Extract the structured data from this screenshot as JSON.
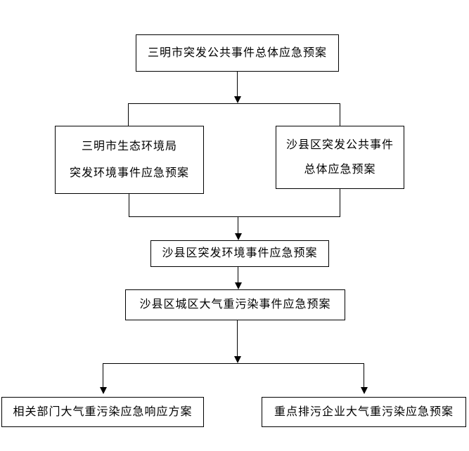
{
  "colors": {
    "background": "#ffffff",
    "line": "#000000",
    "box_border": "#000000",
    "text": "#000000"
  },
  "nodes": {
    "level1": {
      "label": "三明市突发公共事件总体应急预案"
    },
    "level2_left": {
      "line1": "三明市生态环境局",
      "line2": "突发环境事件应急预案"
    },
    "level2_right": {
      "line1": "沙县区突发公共事件",
      "line2": "总体应急预案"
    },
    "level3": {
      "label": "沙县区突发环境事件应急预案"
    },
    "level4": {
      "label": "沙县区城区大气重污染事件应急预案"
    },
    "bottom_left": {
      "label": "相关部门大气重污染应急响应方案"
    },
    "bottom_right": {
      "label": "重点排污企业大气重污染应急预案"
    }
  }
}
